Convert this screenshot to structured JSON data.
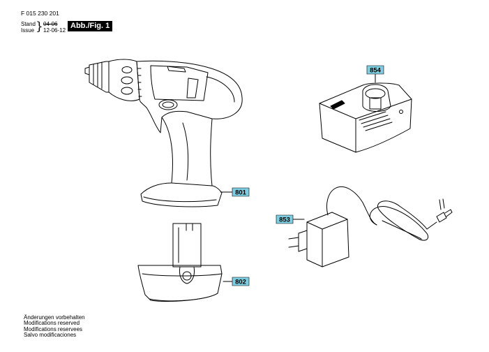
{
  "header": {
    "doc_number": "F 015 230 201",
    "stand_label": "Stand",
    "issue_label": "Issue",
    "stand_date": "04-06",
    "issue_date": "12-06-12",
    "figure_label": "Abb./Fig. 1"
  },
  "parts": {
    "drill": "801",
    "battery": "802",
    "charger_adapter": "853",
    "charger_base": "854"
  },
  "footer": {
    "lines": [
      "Änderungen vorbehalten",
      "Modifications reserved",
      "Modifications reservees",
      "Salvo modificaciones"
    ]
  },
  "colors": {
    "label_fill": "#7ecde0",
    "line": "#000000"
  }
}
